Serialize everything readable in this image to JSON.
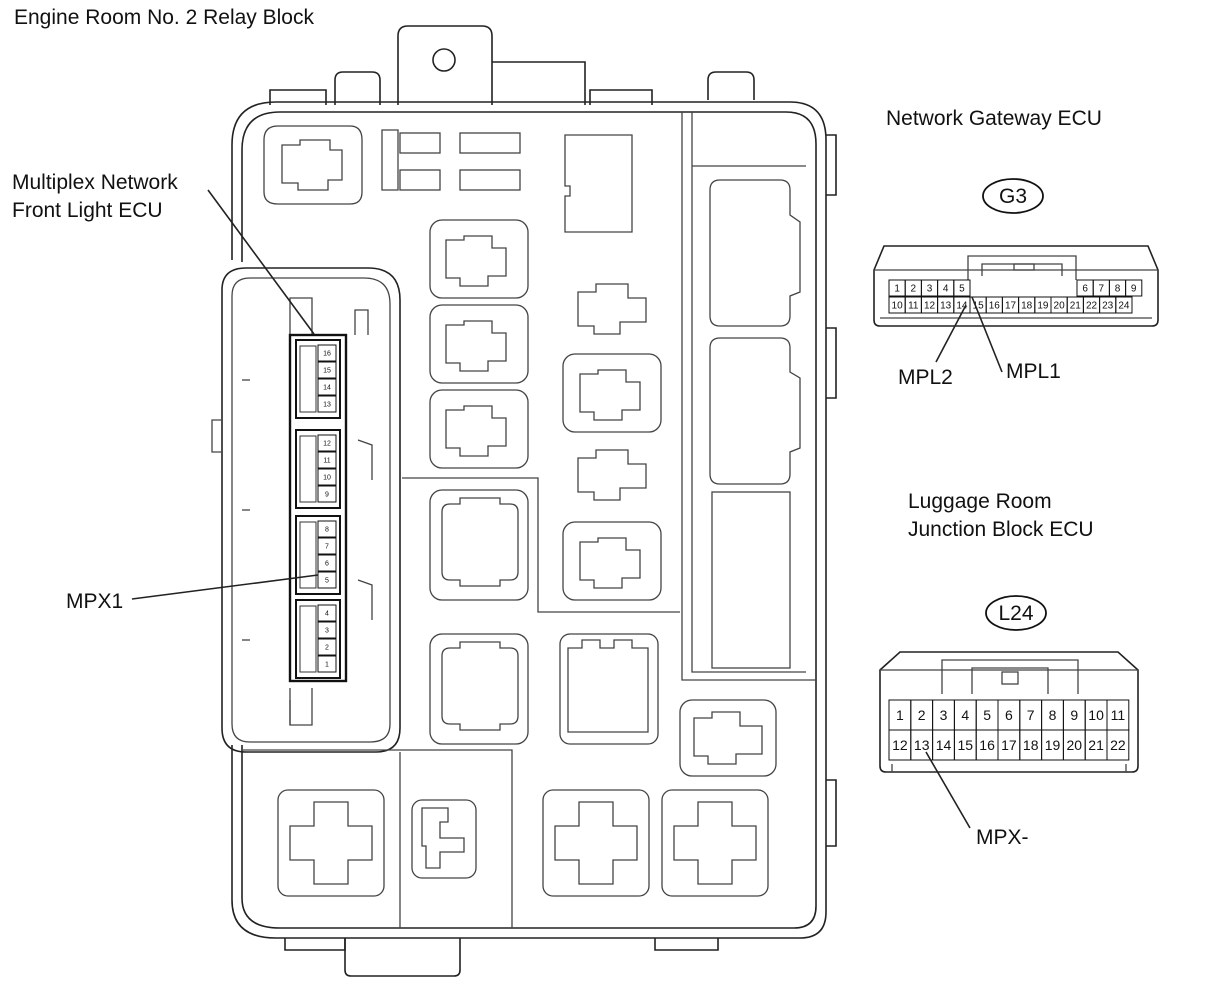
{
  "title": "Engine Room No. 2 Relay Block",
  "labels": {
    "front_light_ecu_line1": "Multiplex Network",
    "front_light_ecu_line2": "Front Light ECU",
    "mpx1": "MPX1",
    "gateway_ecu": "Network Gateway ECU",
    "luggage_line1": "Luggage Room",
    "luggage_line2": "Junction Block ECU",
    "mpl1": "MPL1",
    "mpl2": "MPL2",
    "mpx_minus": "MPX-"
  },
  "connectors": {
    "g3": {
      "id": "G3",
      "row1_left": [
        "1",
        "2",
        "3",
        "4",
        "5"
      ],
      "row1_right": [
        "6",
        "7",
        "8",
        "9"
      ],
      "row2": [
        "10",
        "11",
        "12",
        "13",
        "14",
        "15",
        "16",
        "17",
        "18",
        "19",
        "20",
        "21",
        "22",
        "23",
        "24"
      ]
    },
    "l24": {
      "id": "L24",
      "row1": [
        "1",
        "2",
        "3",
        "4",
        "5",
        "6",
        "7",
        "8",
        "9",
        "10",
        "11"
      ],
      "row2": [
        "12",
        "13",
        "14",
        "15",
        "16",
        "17",
        "18",
        "19",
        "20",
        "21",
        "22"
      ]
    },
    "relay_block_strips": [
      [
        "16",
        "15",
        "14",
        "13"
      ],
      [
        "12",
        "11",
        "10",
        "9"
      ],
      [
        "8",
        "7",
        "6",
        "5"
      ],
      [
        "4",
        "3",
        "2",
        "1"
      ]
    ]
  }
}
